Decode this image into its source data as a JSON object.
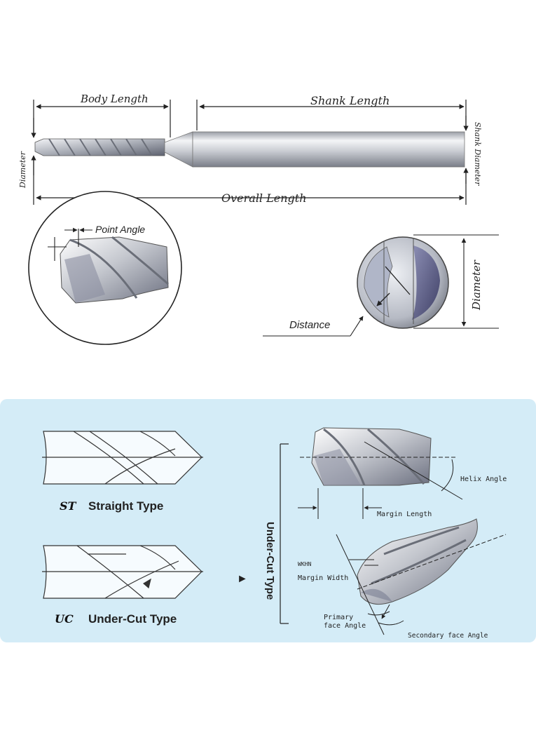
{
  "top_section": {
    "body_length": "Body Length",
    "shank_length": "Shank Length",
    "shank_diameter": "Shank Diameter",
    "diameter_left": "Diameter",
    "overall_length": "Overall Length",
    "point_angle": "Point Angle",
    "distance": "Distance",
    "diameter_right": "Diameter"
  },
  "bottom_section": {
    "st_code": "ST",
    "st_label": "Straight Type",
    "uc_code": "UC",
    "uc_label": "Under-Cut Type",
    "arrow": "►",
    "under_cut_type": "Under-Cut Type",
    "helix_angle": "Helix Angle",
    "margin_length": "Margin Length",
    "margin_width_short": "WKHN",
    "margin_width": "Margin Width",
    "primary_face_angle_1": "Primary",
    "primary_face_angle_2": "face Angle",
    "secondary_face_angle": "Secondary face Angle"
  },
  "colors": {
    "panel_background": "#d4ecf7",
    "metal_light": "#e8eaee",
    "metal_dark": "#8a8e98",
    "line": "#222222"
  }
}
